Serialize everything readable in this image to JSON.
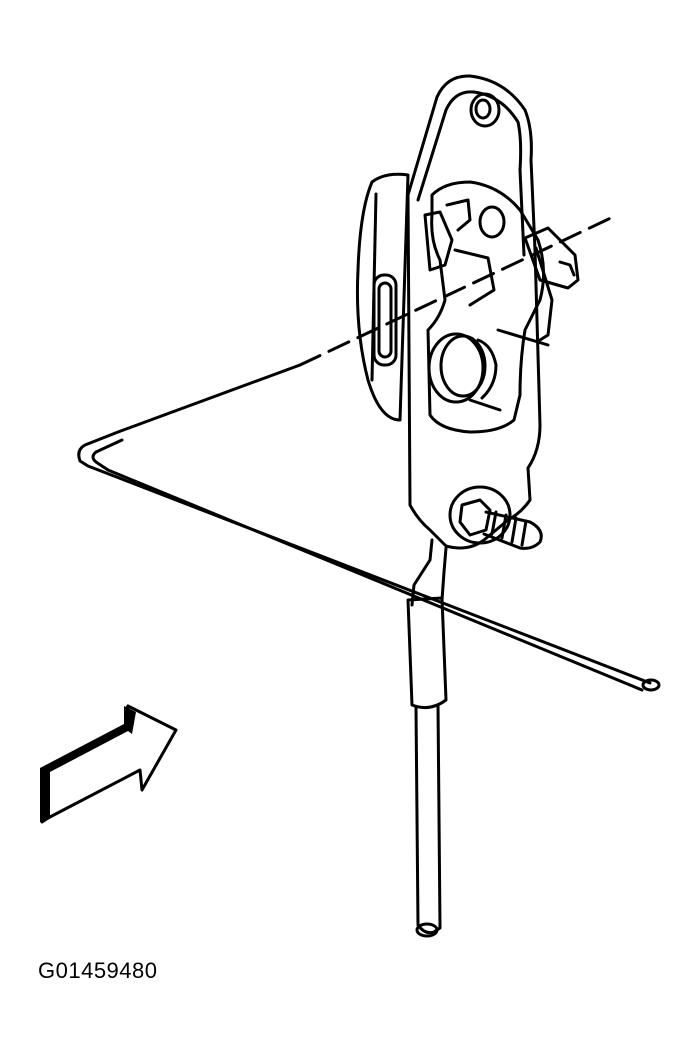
{
  "figure": {
    "id_label": "G01459480",
    "ink_color": "#000000",
    "paper_color": "#ffffff",
    "parts": [
      "hood-latch-assembly",
      "release-rod",
      "release-cable",
      "bolt",
      "view-arrow"
    ]
  }
}
